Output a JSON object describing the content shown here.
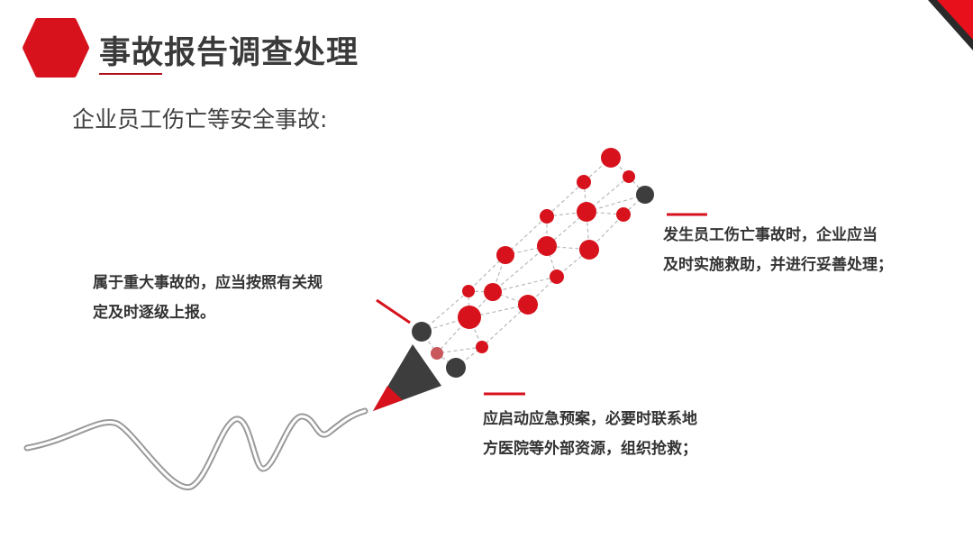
{
  "slide": {
    "title": "事故报告调查处理",
    "subtitle": "企业员工伤亡等安全事故:",
    "notes": {
      "left": [
        "属于重大事故的，应当按照有关规",
        "定及时逐级上报。"
      ],
      "right": [
        "发生员工伤亡事故时，企业应当",
        "及时实施救助，并进行妥善处理；"
      ],
      "bottom": [
        "应启动应急预案，必要时联系地",
        "方医院等外部资源，组织抢救；"
      ]
    }
  },
  "colors": {
    "accent": "#d7121c",
    "dark": "#3d3d3d",
    "text": "#333333"
  },
  "icons": [
    "hexagon-icon",
    "pencil-illustration",
    "corner-stripe"
  ]
}
